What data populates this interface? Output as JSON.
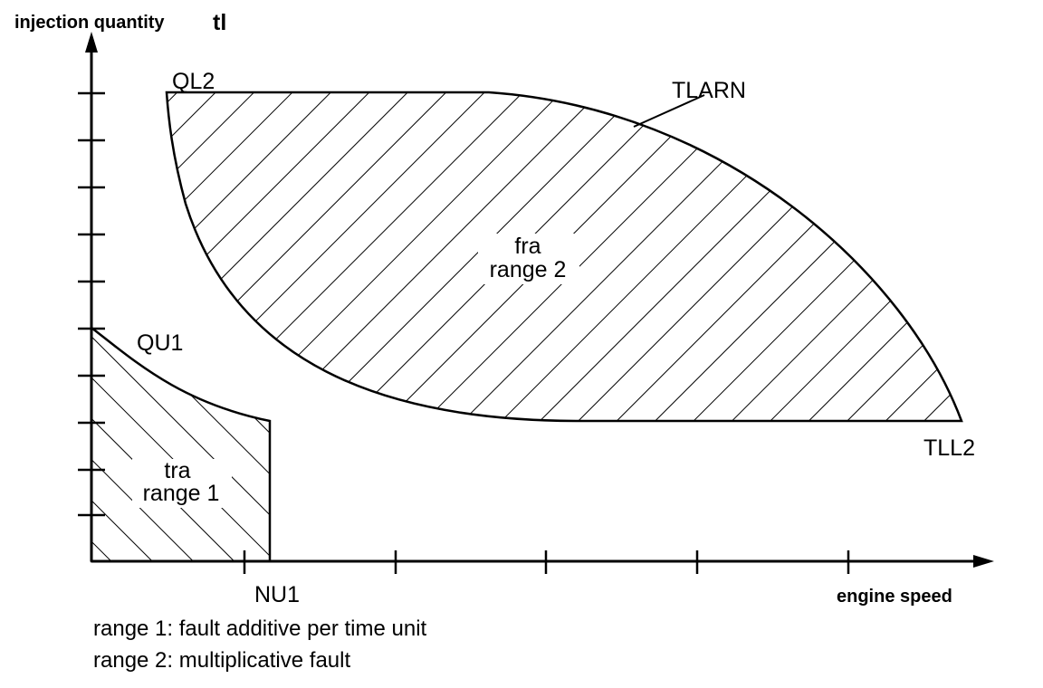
{
  "axes": {
    "y_label": "injection quantity",
    "y_symbol": "tl",
    "x_label": "engine speed"
  },
  "labels": {
    "ql2": "QL2",
    "tlarn": "TLARN",
    "qu1": "QU1",
    "tll2": "TLL2",
    "nu1": "NU1"
  },
  "regions": {
    "range2_line1": "fra",
    "range2_line2": "range 2",
    "range1_line1": "tra",
    "range1_line2": "range 1"
  },
  "legend": {
    "line1": "range 1: fault additive per time unit",
    "line2": "range 2: multiplicative fault"
  },
  "colors": {
    "ink": "#000000",
    "background": "#ffffff"
  }
}
